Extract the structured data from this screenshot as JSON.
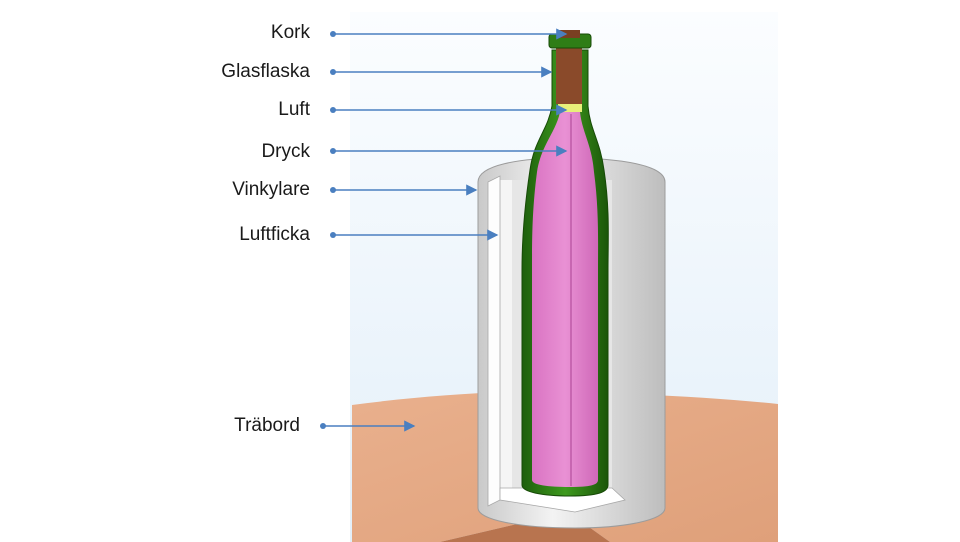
{
  "diagram": {
    "labels": [
      {
        "id": "kork",
        "text": "Kork"
      },
      {
        "id": "glasflaska",
        "text": "Glasflaska"
      },
      {
        "id": "luft",
        "text": "Luft"
      },
      {
        "id": "dryck",
        "text": "Dryck"
      },
      {
        "id": "vinkylare",
        "text": "Vinkylare"
      },
      {
        "id": "luftficka",
        "text": "Luftficka"
      },
      {
        "id": "trabord",
        "text": "Träbord"
      }
    ],
    "colors": {
      "background_panel": "#eaf3fb",
      "table": "#e7ab86",
      "cooler": "#d4d4d4",
      "glass": "#2f7d16",
      "drink": "#e07ac8",
      "cork": "#8a4a2a",
      "arrow": "#4a7fc0"
    }
  }
}
